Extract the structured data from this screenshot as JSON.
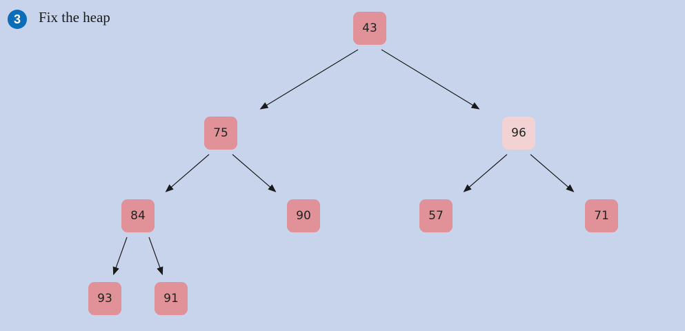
{
  "step_number": "3",
  "title": "Fix the heap",
  "colors": {
    "node": "#e09298",
    "highlight": "#f2d2d2",
    "background": "#c7d4eb"
  },
  "nodes": [
    {
      "id": "n43",
      "value": "43",
      "highlighted": false
    },
    {
      "id": "n75",
      "value": "75",
      "highlighted": false
    },
    {
      "id": "n96",
      "value": "96",
      "highlighted": true
    },
    {
      "id": "n84",
      "value": "84",
      "highlighted": false
    },
    {
      "id": "n90",
      "value": "90",
      "highlighted": false
    },
    {
      "id": "n57",
      "value": "57",
      "highlighted": false
    },
    {
      "id": "n71",
      "value": "71",
      "highlighted": false
    },
    {
      "id": "n93",
      "value": "93",
      "highlighted": false
    },
    {
      "id": "n91",
      "value": "91",
      "highlighted": false
    }
  ],
  "edges": [
    [
      "n43",
      "n75"
    ],
    [
      "n43",
      "n96"
    ],
    [
      "n75",
      "n84"
    ],
    [
      "n75",
      "n90"
    ],
    [
      "n96",
      "n57"
    ],
    [
      "n96",
      "n71"
    ],
    [
      "n84",
      "n93"
    ],
    [
      "n84",
      "n91"
    ]
  ]
}
